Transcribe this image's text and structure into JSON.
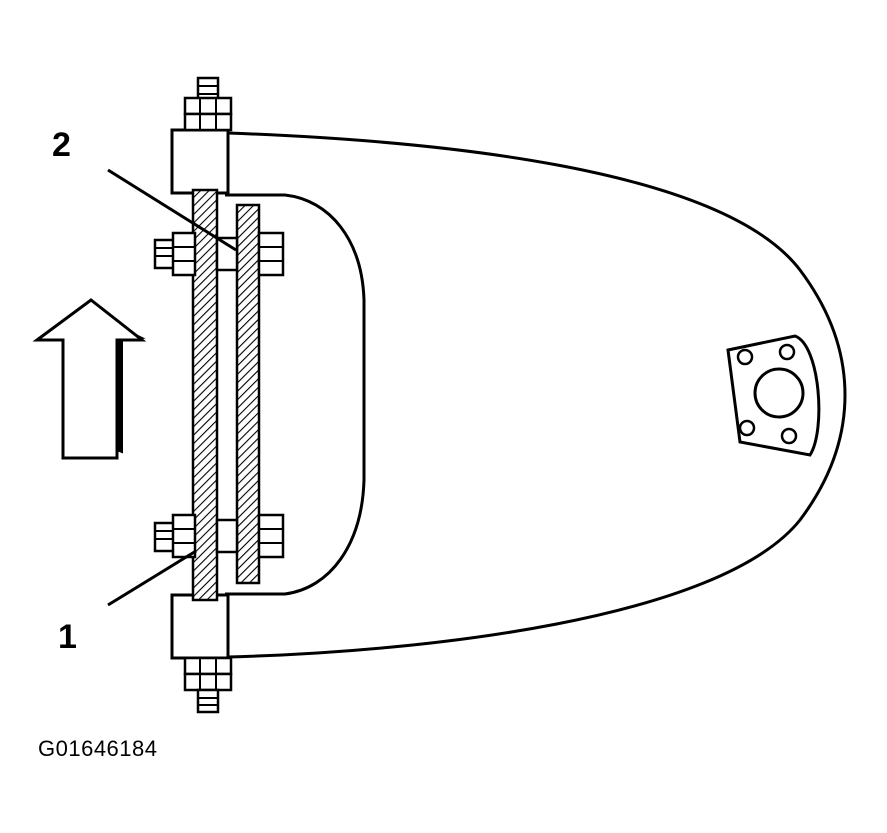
{
  "figure": {
    "id": "G01646184",
    "callouts": [
      {
        "number": "1"
      },
      {
        "number": "2"
      }
    ]
  },
  "colors": {
    "line": "#000000",
    "background": "#ffffff"
  },
  "icons": [
    "direction-arrow-up-icon",
    "hex-nut-icon",
    "mounting-flange-icon"
  ]
}
